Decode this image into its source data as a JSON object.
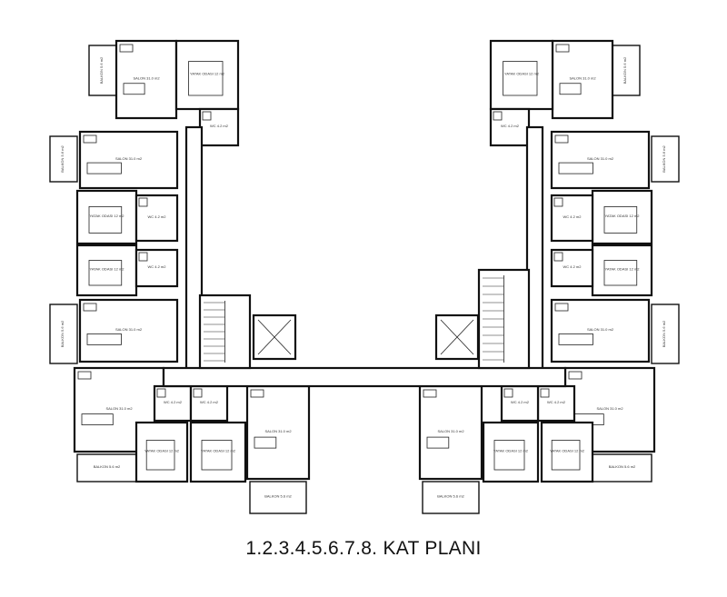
{
  "title": "1.2.3.4.5.6.7.8. KAT PLANI",
  "labels": {
    "salon": "SALON 31.0 m2",
    "yatak": "YATAK ODASI 12 m2",
    "wc": "WC 4.2 m2",
    "balkon": "BALKON 5.6 m2"
  }
}
